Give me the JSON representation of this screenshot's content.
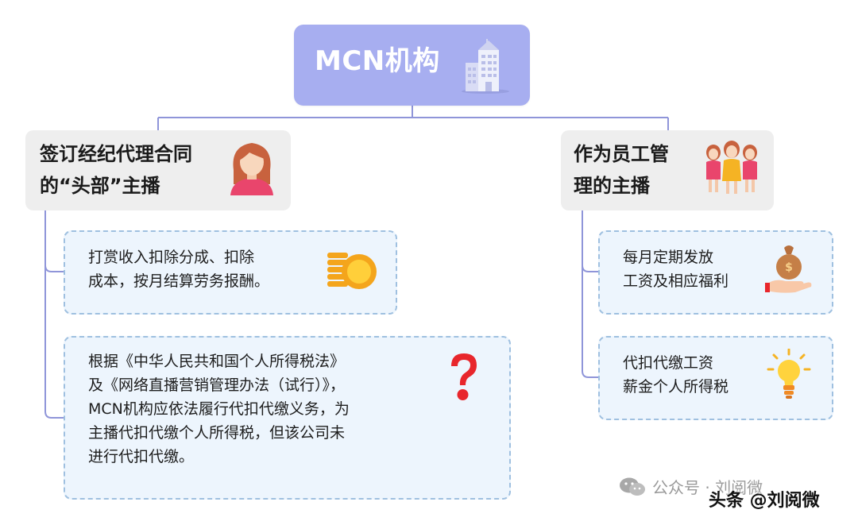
{
  "root": {
    "title": "MCN机构",
    "icon": "office-building-icon"
  },
  "branches": [
    {
      "title_lines": [
        "签订经纪代理合同",
        "的“头部”主播"
      ],
      "icon": "female-avatar-icon",
      "children": [
        {
          "lines": [
            "打赏收入扣除分成、扣除",
            "成本，按月结算劳务报酬。"
          ],
          "icon": "gold-coins-icon"
        },
        {
          "lines": [
            "根据《中华人民共和国个人所得税法》",
            "及《网络直播营销管理办法（试行）》，",
            "MCN机构应依法履行代扣代缴义务，为",
            "主播代扣代缴个人所得税，但该公司未",
            "进行代扣代缴。"
          ],
          "icon": "red-question-mark-icon"
        }
      ]
    },
    {
      "title_lines": [
        "作为员工管",
        "理的主播"
      ],
      "icon": "group-of-women-icon",
      "children": [
        {
          "lines": [
            "每月定期发放",
            "工资及相应福利"
          ],
          "icon": "hand-money-bag-icon"
        },
        {
          "lines": [
            "代扣代缴工资",
            "薪金个人所得税"
          ],
          "icon": "lightbulb-icon"
        }
      ]
    }
  ],
  "watermarks": {
    "wechat": "公众号 · 刘阅微",
    "toutiao": "头条 @刘阅微"
  },
  "colors": {
    "root_fill": "#a7aef0",
    "branch_fill": "#eeeeee",
    "leaf_fill": "#edf5fd",
    "leaf_border": "#9fc0e0",
    "connector": "#8f95d9"
  }
}
